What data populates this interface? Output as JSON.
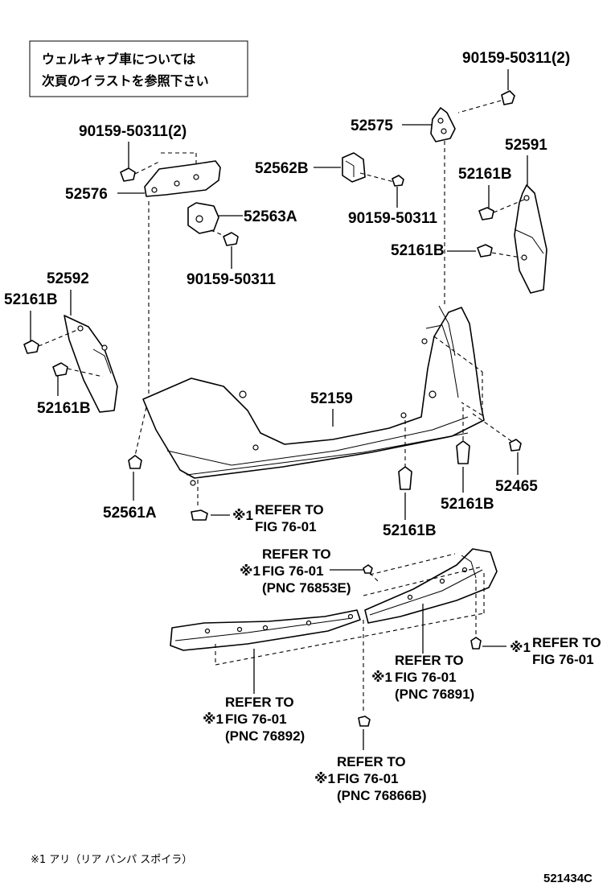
{
  "note_box": {
    "line1": "ウェルキャブ車については",
    "line2": "次頁のイラストを参照下さい"
  },
  "labels": {
    "p_90159_2_top": "90159-50311(2)",
    "p_52575": "52575",
    "p_52591": "52591",
    "p_52161B_r1": "52161B",
    "p_52161B_r2": "52161B",
    "p_52562B": "52562B",
    "p_90159_mid": "90159-50311",
    "p_90159_2_left": "90159-50311(2)",
    "p_52576": "52576",
    "p_52563A": "52563A",
    "p_90159_left": "90159-50311",
    "p_52592": "52592",
    "p_52161B_l1": "52161B",
    "p_52161B_l2": "52161B",
    "p_52159": "52159",
    "p_52561A": "52561A",
    "p_52465": "52465",
    "p_52161B_c1": "52161B",
    "p_52161B_c2": "52161B"
  },
  "references": {
    "mark": "※1",
    "ref_bumper": [
      "REFER TO",
      "FIG 76-01"
    ],
    "ref_76853E": [
      "REFER TO",
      "FIG 76-01",
      "(PNC 76853E)"
    ],
    "ref_76891": [
      "REFER TO",
      "FIG 76-01",
      "(PNC 76891)"
    ],
    "ref_right": [
      "REFER TO",
      "FIG 76-01"
    ],
    "ref_76892": [
      "REFER TO",
      "FIG 76-01",
      "(PNC 76892)"
    ],
    "ref_76866B": [
      "REFER TO",
      "FIG 76-01",
      "(PNC 76866B)"
    ]
  },
  "footnote": "※1 アリ（リア バンパ スポイラ）",
  "figure_id": "521434C"
}
